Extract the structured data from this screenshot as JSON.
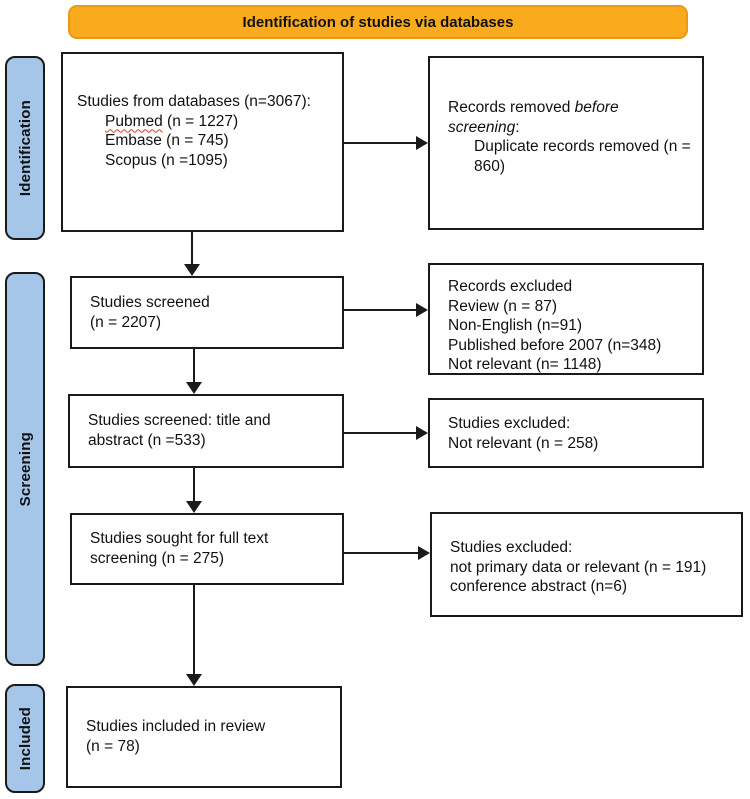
{
  "banner": {
    "title": "Identification of studies via databases"
  },
  "stages": {
    "identification": "Identification",
    "screening": "Screening",
    "included": "Included"
  },
  "boxes": {
    "databases": {
      "title": "Studies from databases (n=3067):",
      "pubmed_word": "Pubmed",
      "pubmed_rest": " (n = 1227)",
      "embase": "Embase (n = 745)",
      "scopus": "Scopus (n =1095)"
    },
    "records_removed": {
      "lead": "Records removed ",
      "lead_italic": "before screening",
      "lead_colon": ":",
      "item": "Duplicate records removed (n = 860)"
    },
    "studies_screened": {
      "line1": "Studies screened",
      "line2": "(n = 2207)"
    },
    "records_excluded": {
      "lines": [
        "Records excluded",
        "Review (n = 87)",
        "Non-English (n=91)",
        "Published before 2007 (n=348)",
        "Not relevant (n= 1148)"
      ]
    },
    "title_abstract": {
      "line1": "Studies screened: title and",
      "line2": "abstract (n =533)"
    },
    "studies_excluded_screen": {
      "line1": "Studies excluded:",
      "line2": "Not relevant (n = 258)"
    },
    "full_text": {
      "line1": "Studies sought for full text",
      "line2": "screening (n = 275)"
    },
    "studies_excluded_fulltext": {
      "line1": "Studies excluded:",
      "line2": "not primary data or relevant (n = 191)",
      "line3": "conference abstract (n=6)"
    },
    "included_review": {
      "line1": "Studies included in review",
      "line2": "(n = 78)"
    }
  },
  "colors": {
    "banner_fill": "#FAAB1D",
    "banner_border": "#E8991A",
    "stage_fill": "#A5C6E9",
    "outline": "#1A1A1A",
    "spellcheck": "#D93B2B"
  }
}
